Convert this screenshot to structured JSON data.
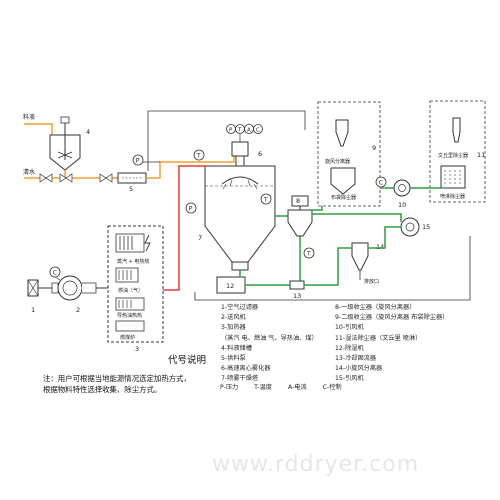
{
  "labels": {
    "material_liquid": "料液",
    "clean_water": "清水",
    "heater_options": [
      "蒸汽 + 电热热",
      "燃油（气）",
      "导热油热热"
    ],
    "furnace": "燃煤炉",
    "cyclone": "旋风分离器",
    "bag_filter": "布袋除尘器",
    "wet_scrubber_top": "文丘里除尘器",
    "wet_scrubber": "喷淋除尘器",
    "exhaust": "排放口",
    "instruments_top": [
      "P",
      "T",
      "A",
      "C"
    ],
    "instrument_p": "P",
    "instrument_t": "T",
    "instrument_c": "C"
  },
  "numbers": [
    "1",
    "2",
    "3",
    "4",
    "5",
    "6",
    "7",
    "8",
    "9",
    "10",
    "11",
    "12",
    "13",
    "14",
    "15"
  ],
  "legend_title": "代号说明",
  "legend_left": [
    "1-空气过滤器",
    "2-送风机",
    "3-加热器",
    "（蒸汽 电、燃油 气、导热油、煤）",
    "4-料液储槽",
    "5-供料泵",
    "6-高速离心雾化器",
    "7-喷雾干燥塔"
  ],
  "legend_right": [
    "8-一级收尘器（旋风分离器）",
    "9-二级收尘器（旋风分离器 布袋除尘器）",
    "10-引风机",
    "11-湿法除尘器（文丘里 喷淋）",
    "12-除湿机",
    "13-冷却固流器",
    "14-小旋风分离器",
    "15-引风机"
  ],
  "abbreviations": [
    "P-压力",
    "T-温度",
    "A-电流",
    "C-控制"
  ],
  "note": [
    "注：用户可根据当地能源情况选定加热方式，",
    "根据物料特性选择收集、除尘方式。"
  ],
  "watermark": "www.rddryer.com",
  "colors": {
    "hot_air": "#e53935",
    "feed": "#f0a030",
    "product": "#2e9e3e",
    "outline": "#333333"
  }
}
